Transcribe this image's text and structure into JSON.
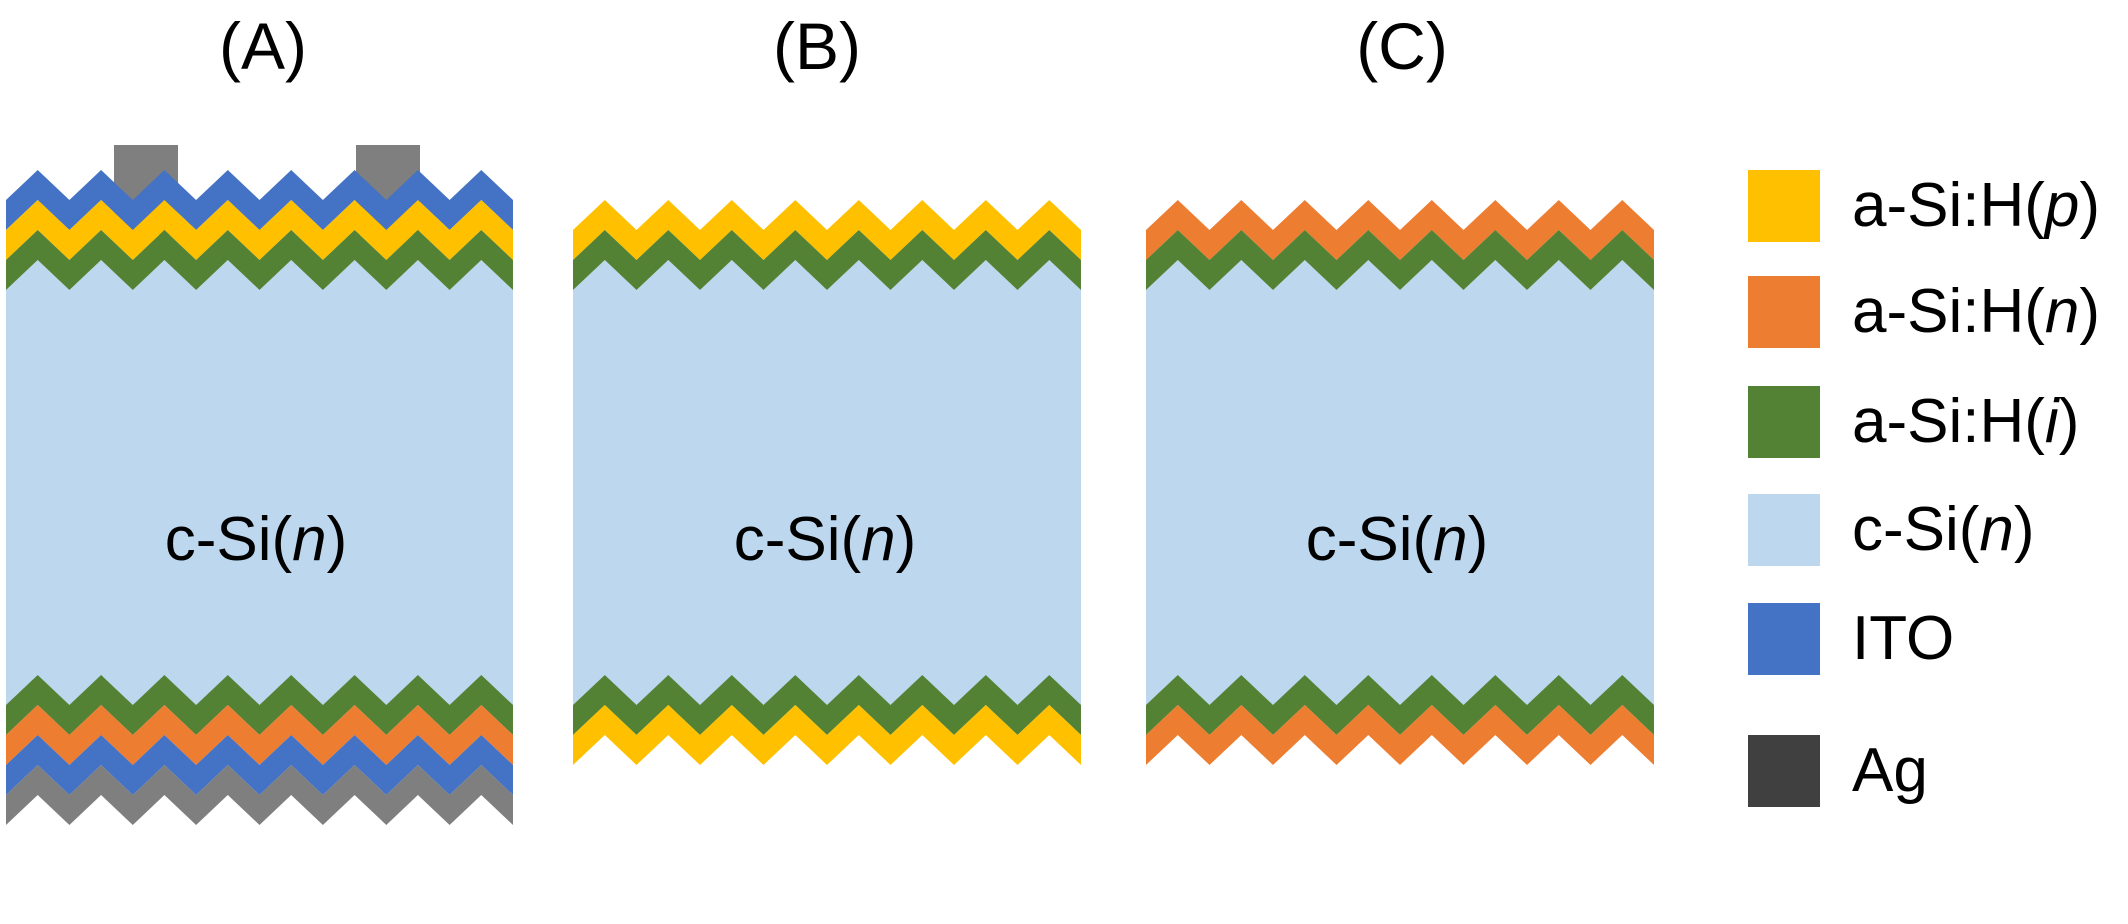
{
  "colors": {
    "p_layer": "#FFC000",
    "n_layer": "#ED7D31",
    "i_layer": "#548235",
    "c_si": "#BDD7EE",
    "ito": "#4472C4",
    "ag_contact": "#7F7F7F",
    "ag_legend": "#404040"
  },
  "panels": [
    {
      "title": "(A)",
      "core": {
        "main": "c-Si(",
        "em": "n",
        "end": ")"
      },
      "stack_top": [
        "ito",
        "p_layer",
        "i_layer"
      ],
      "stack_bottom": [
        "i_layer",
        "n_layer",
        "ito",
        "ag_contact"
      ],
      "has_front_contacts": true
    },
    {
      "title": "(B)",
      "core": {
        "main": "c-Si(",
        "em": "n",
        "end": ")"
      },
      "stack_top": [
        "p_layer",
        "i_layer"
      ],
      "stack_bottom": [
        "i_layer",
        "p_layer"
      ],
      "has_front_contacts": false
    },
    {
      "title": "(C)",
      "core": {
        "main": "c-Si(",
        "em": "n",
        "end": ")"
      },
      "stack_top": [
        "n_layer",
        "i_layer"
      ],
      "stack_bottom": [
        "i_layer",
        "n_layer"
      ],
      "has_front_contacts": false
    }
  ],
  "legend": [
    {
      "key": "p_layer",
      "main": "a-Si:H(",
      "em": "p",
      "end": ")"
    },
    {
      "key": "n_layer",
      "main": "a-Si:H(",
      "em": "n",
      "end": ")"
    },
    {
      "key": "i_layer",
      "main": "a-Si:H(",
      "em": "i",
      "end": ")"
    },
    {
      "key": "c_si",
      "main": "c-Si(",
      "em": "n",
      "end": ")"
    },
    {
      "key": "ito",
      "main": "ITO",
      "em": "",
      "end": ""
    },
    {
      "key": "ag_legend",
      "main": "Ag",
      "em": "",
      "end": ""
    }
  ]
}
